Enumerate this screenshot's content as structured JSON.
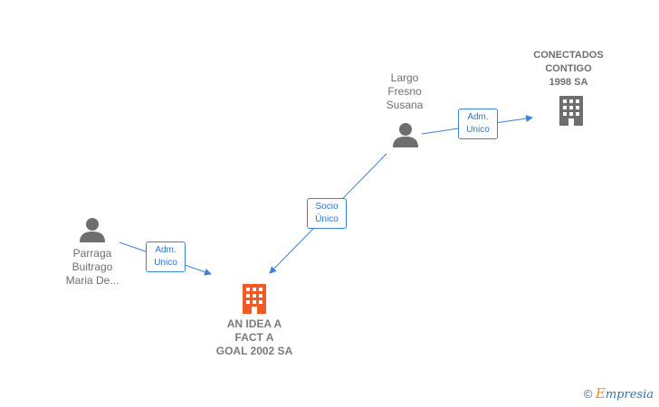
{
  "nodes": {
    "main_company": {
      "lines": [
        "AN IDEA A",
        "FACT A",
        "GOAL 2002 SA"
      ],
      "icon": "building-icon",
      "color": "#f05a28"
    },
    "conectados": {
      "lines": [
        "CONECTADOS",
        "CONTIGO",
        "1998 SA"
      ],
      "icon": "building-icon",
      "color": "#6e6e6e"
    },
    "largo": {
      "lines": [
        "Largo",
        "Fresno",
        "Susana"
      ],
      "icon": "person-icon",
      "color": "#6e6e6e"
    },
    "parraga": {
      "lines": [
        "Parraga",
        "Buitrago",
        "Maria De..."
      ],
      "icon": "person-icon",
      "color": "#6e6e6e"
    }
  },
  "edges": {
    "parraga_main": [
      "Adm.",
      "Unico"
    ],
    "largo_main": [
      "Socio",
      "Único"
    ],
    "largo_conectados": [
      "Adm.",
      "Unico"
    ]
  },
  "colors": {
    "edge": "#3b82d6",
    "person": "#6e6e6e",
    "main_company": "#f05a28",
    "company": "#6e6e6e"
  },
  "watermark": {
    "copyright": "©",
    "brand_first": "E",
    "brand_rest": "mpresia"
  }
}
